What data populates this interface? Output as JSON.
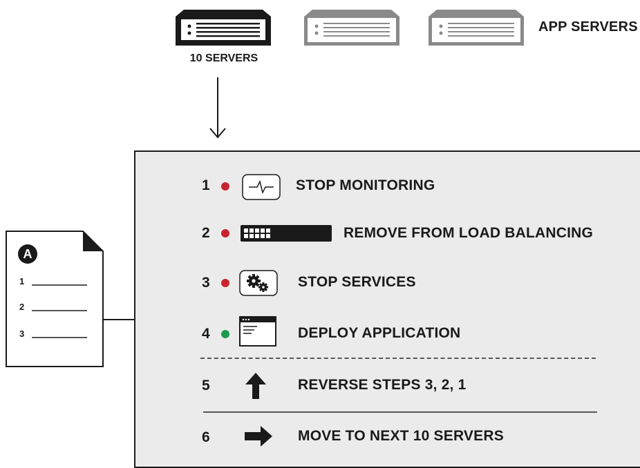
{
  "servers": {
    "title": "APP SERVERS",
    "batch_label": "10 SERVERS",
    "count_shown": 3,
    "active_index": 0,
    "colors": {
      "active": "#1a1a1a",
      "inactive": "#888888"
    }
  },
  "playbook": {
    "logo_letter": "A",
    "lines": [
      "1",
      "2",
      "3"
    ]
  },
  "steps": [
    {
      "number": "1",
      "label": "STOP MONITORING",
      "status": "red",
      "icon": "monitoring-icon"
    },
    {
      "number": "2",
      "label": "REMOVE FROM LOAD BALANCING",
      "status": "red",
      "icon": "load-balancer-icon"
    },
    {
      "number": "3",
      "label": "STOP SERVICES",
      "status": "red",
      "icon": "gears-icon"
    },
    {
      "number": "4",
      "label": "DEPLOY APPLICATION",
      "status": "green",
      "icon": "app-window-icon"
    },
    {
      "number": "5",
      "label": "REVERSE STEPS 3, 2, 1",
      "status": "none",
      "icon": "arrow-up-icon"
    },
    {
      "number": "6",
      "label": "MOVE TO NEXT 10 SERVERS",
      "status": "none",
      "icon": "arrow-right-icon"
    }
  ],
  "colors": {
    "red": "#c8242f",
    "green": "#1e9a4c",
    "panel_bg": "#ebebeb"
  }
}
